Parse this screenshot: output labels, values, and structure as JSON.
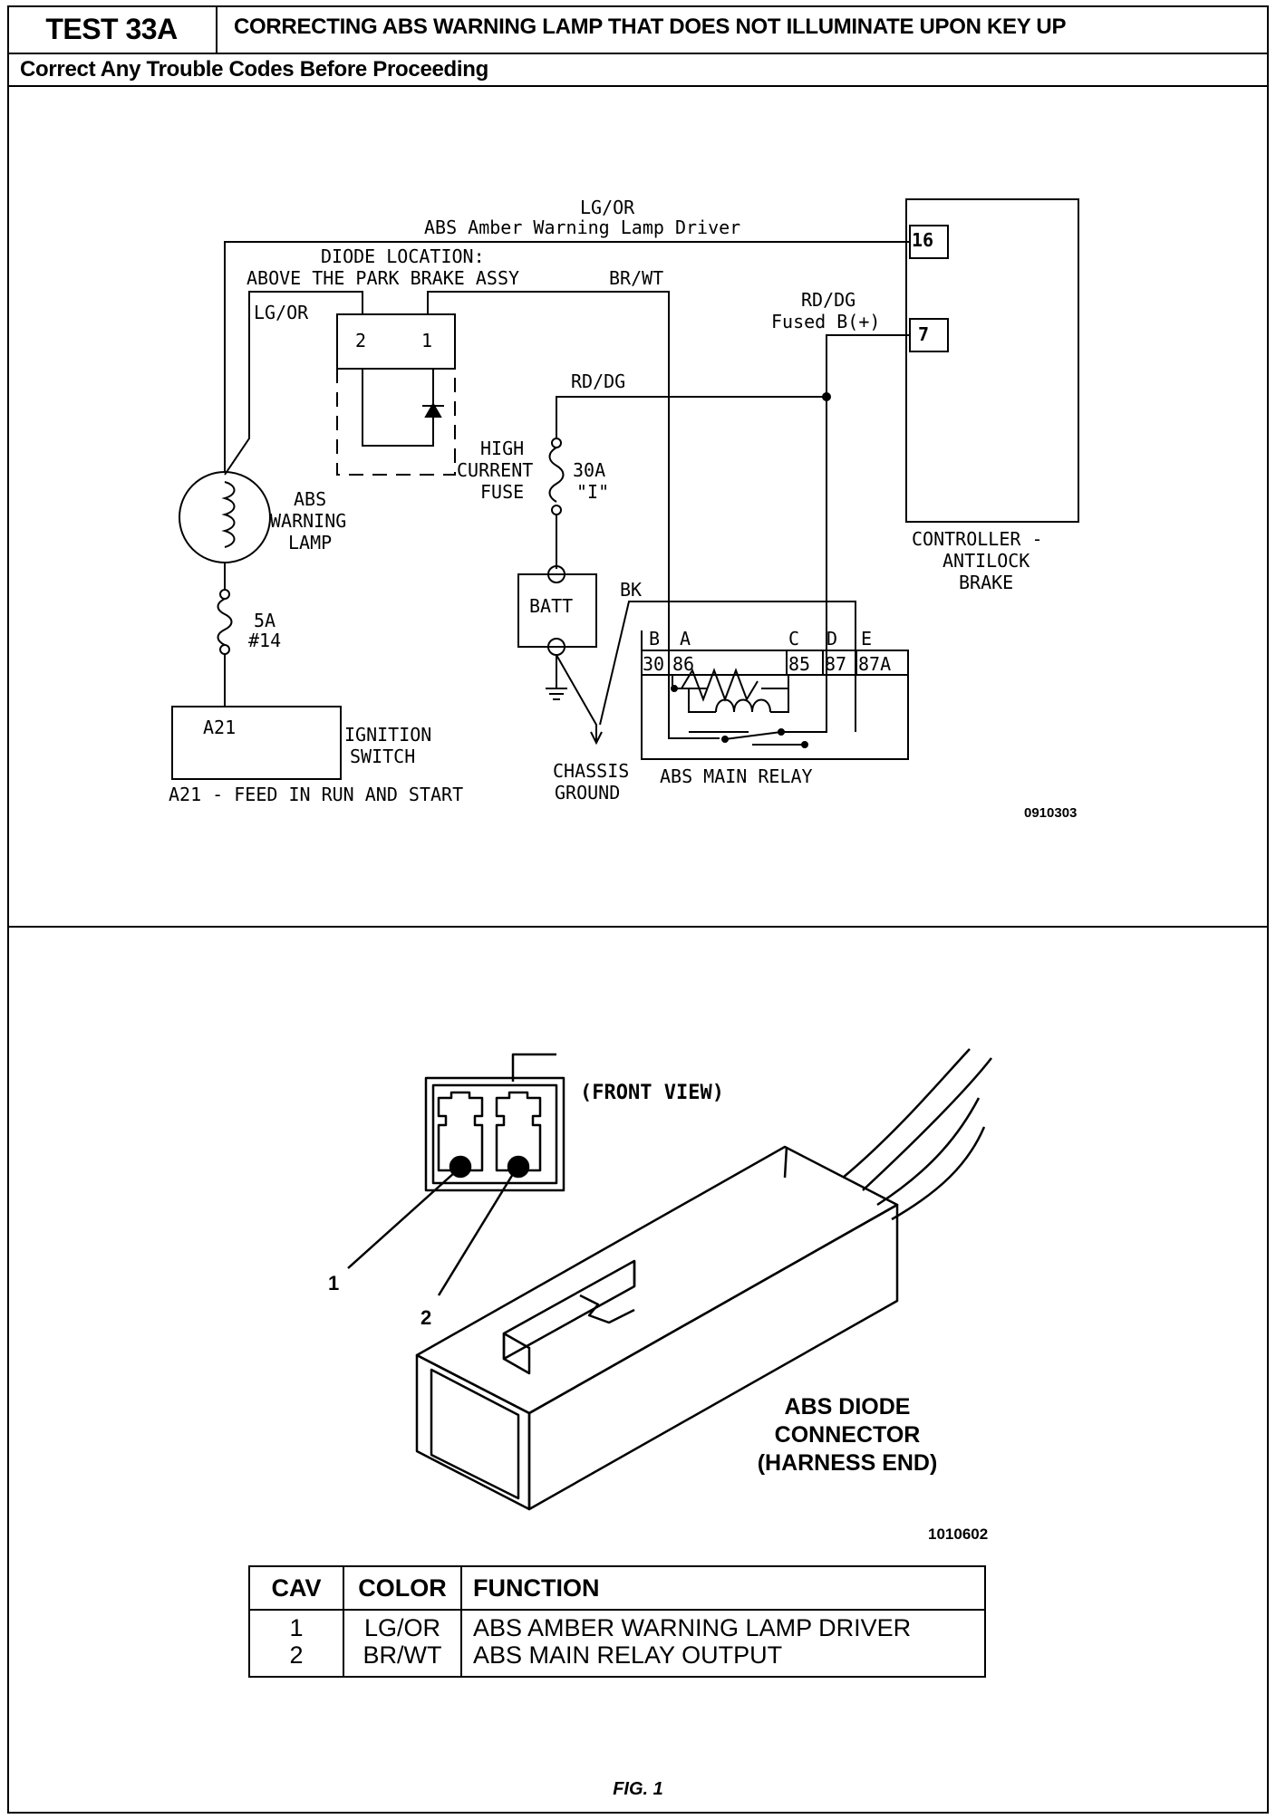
{
  "header": {
    "test_id": "TEST 33A",
    "title": "CORRECTING ABS WARNING LAMP THAT DOES NOT ILLUMINATE UPON KEY UP",
    "subtitle": "Correct Any Trouble Codes Before Proceeding"
  },
  "schematic": {
    "wire_top_color": "LG/OR",
    "wire_top_label": "ABS Amber Warning Lamp Driver",
    "diode_location_1": "DIODE LOCATION:",
    "diode_location_2": "ABOVE THE PARK BRAKE ASSY",
    "diode_wire_right": "BR/WT",
    "diode_wire_left": "LG/OR",
    "diode_pin_2": "2",
    "diode_pin_1": "1",
    "controller_pin_16": "16",
    "controller_pin_7": "7",
    "fused_color": "RD/DG",
    "fused_label": "Fused B(+)",
    "batt_wire": "RD/DG",
    "fuse_label_1": "HIGH",
    "fuse_label_2": "CURRENT",
    "fuse_label_3": "FUSE",
    "fuse_rating": "30A",
    "fuse_id": "\"I\"",
    "lamp_label_1": "ABS",
    "lamp_label_2": "WARNING",
    "lamp_label_3": "LAMP",
    "small_fuse_rating": "5A",
    "small_fuse_id": "#14",
    "controller_1": "CONTROLLER -",
    "controller_2": "ANTILOCK",
    "controller_3": "BRAKE",
    "batt": "BATT",
    "bk": "BK",
    "relay_letters": [
      "B",
      "A",
      "C",
      "D",
      "E"
    ],
    "relay_pins": [
      "30",
      "86",
      "85",
      "87",
      "87A"
    ],
    "relay_label": "ABS MAIN RELAY",
    "chassis_1": "CHASSIS",
    "chassis_2": "GROUND",
    "ign_pin": "A21",
    "ign_label_1": "IGNITION",
    "ign_label_2": "SWITCH",
    "ign_note": "A21 - FEED IN RUN AND START",
    "figure_code": "0910303"
  },
  "connector": {
    "front_view": "(FRONT VIEW)",
    "callout_1": "1",
    "callout_2": "2",
    "name_1": "ABS DIODE",
    "name_2": "CONNECTOR",
    "name_3": "(HARNESS END)",
    "figure_code": "1010602"
  },
  "table": {
    "headers": [
      "CAV",
      "COLOR",
      "FUNCTION"
    ],
    "rows": [
      [
        "1",
        "LG/OR",
        "ABS AMBER WARNING LAMP DRIVER"
      ],
      [
        "2",
        "BR/WT",
        "ABS MAIN RELAY OUTPUT"
      ]
    ]
  },
  "caption": "FIG. 1"
}
